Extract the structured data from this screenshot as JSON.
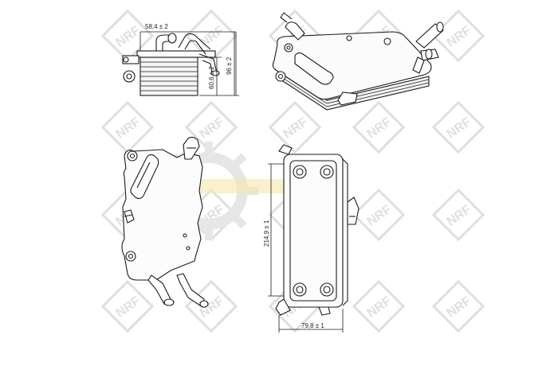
{
  "watermark": {
    "brand": "NRF",
    "logo_color": "#dcdcdc",
    "accent_color": "#f3e6a0"
  },
  "line_color": "#1a1a1a",
  "dimensions": {
    "width_top": "58,4 ± 2",
    "height_core": "60,6 ± 2",
    "height_total": "96 ± 2",
    "length": "214,9 ± 1",
    "width_front": "79,8 ± 1"
  }
}
